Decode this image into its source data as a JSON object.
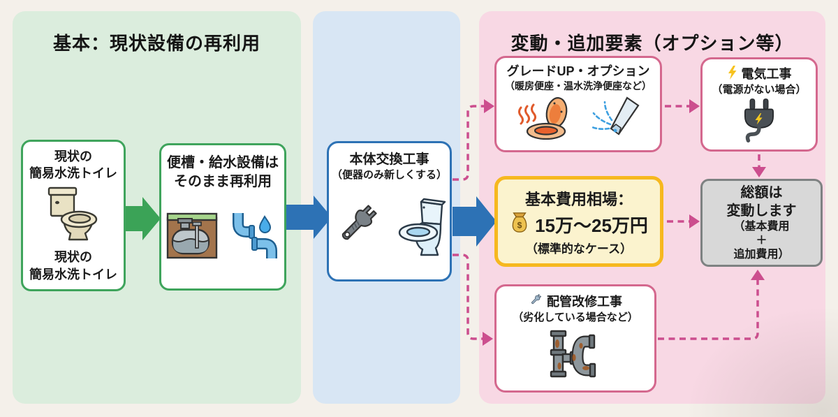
{
  "left_panel": {
    "title": "基本：現状設備の再利用",
    "current_box": {
      "label_top": "現状の\n簡易水洗トイレ",
      "label_bottom": "現状の\n簡易水洗トイレ"
    },
    "reuse_box": {
      "label": "便槽・給水設備は\nそのまま再利用"
    }
  },
  "center_panel": {
    "replace_box": {
      "title": "本体交換工事",
      "subtitle": "（便器のみ新しくする）"
    }
  },
  "right_panel": {
    "title": "変動・追加要素（オプション等）",
    "upgrade_box": {
      "title": "グレードUP・オプション",
      "subtitle": "（暖房便座・温水洗浄便座など）"
    },
    "electric_box": {
      "title": "電気工事",
      "subtitle": "（電源がない場合）"
    },
    "cost_box": {
      "title": "基本費用相場：",
      "amount": "15万〜25万円",
      "currency_symbol": "$",
      "note": "（標準的なケース）"
    },
    "total_box": {
      "line1": "総額は",
      "line2": "変動します",
      "line3": "（基本費用",
      "line4": "＋",
      "line5": "追加費用）"
    },
    "piping_box": {
      "title": "配管改修工事",
      "subtitle": "（劣化している場合など）"
    }
  },
  "icons": {
    "toilet_beige": "old simple-flush toilet",
    "septic_tank": "underground waste tank",
    "water_pipe": "blue pipe with water drop",
    "wrench": "gray spanner",
    "toilet_blue": "new toilet",
    "heated_seat": "heated toilet seat with heat waves",
    "bidet_spray": "washlet nozzle spraying water",
    "lightning": "yellow bolt",
    "power_plug": "black plug with bolt",
    "money_bag": "money bag with dollar sign",
    "small_wrench": "blue-gray wrench",
    "rusty_pipe": "corroded pipe fittings"
  },
  "colors": {
    "page_bg": "#F4F0EA",
    "panel_green": "#DBEDDD",
    "panel_blue": "#D8E6F4",
    "panel_pink": "#F8D8E4",
    "green_accent": "#3FA45C",
    "blue_accent": "#2D72B5",
    "pink_border": "#D4688E",
    "dashed_arrow": "#CC4E8E",
    "yellow_border": "#F6B81F",
    "yellow_bg": "#FBF3CE",
    "gray_box_bg": "#D8D8D8",
    "gray_box_border": "#7E8282"
  }
}
